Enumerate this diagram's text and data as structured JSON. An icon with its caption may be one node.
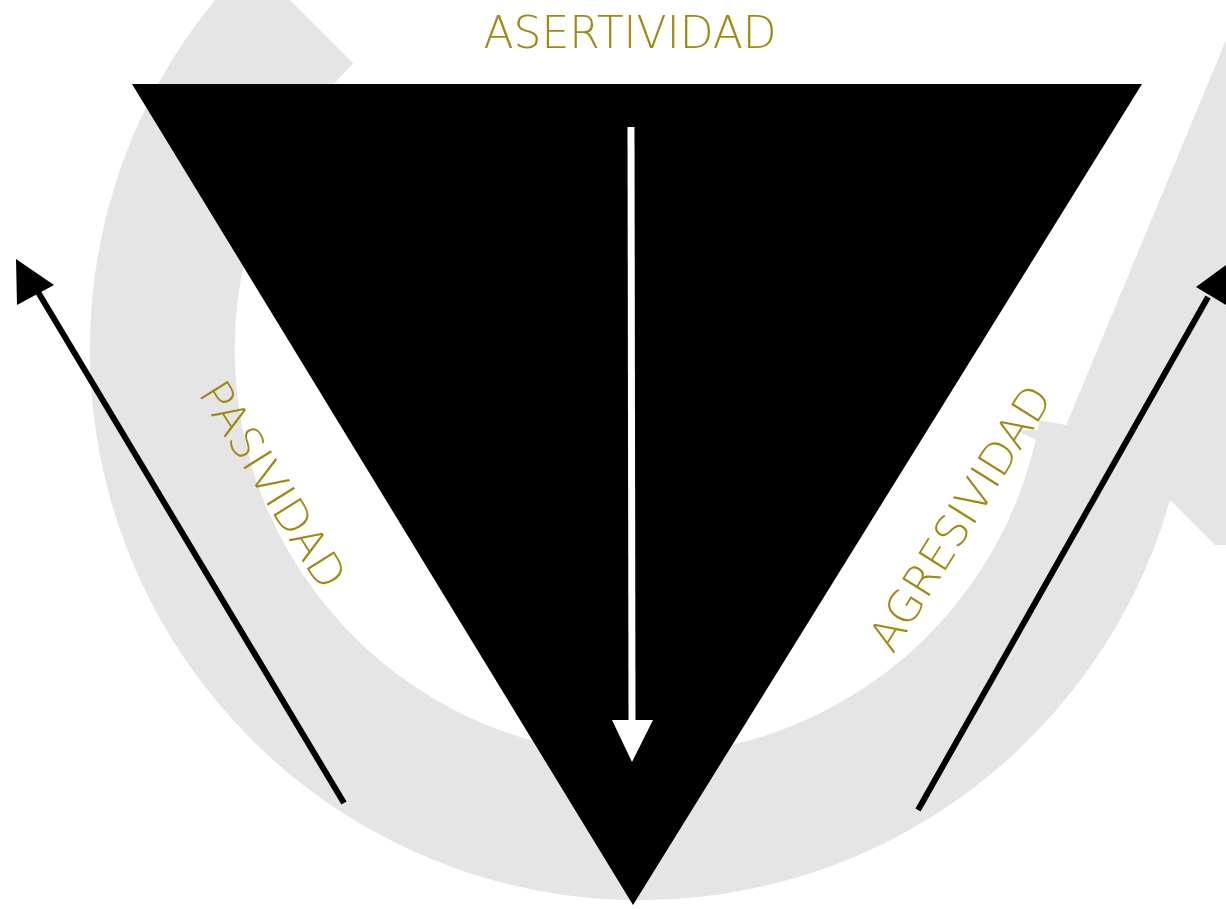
{
  "diagram": {
    "labels": [
      "ASERTIVIDAD",
      "PASIVIDAD",
      "AGRESIVIDAD"
    ]
  }
}
